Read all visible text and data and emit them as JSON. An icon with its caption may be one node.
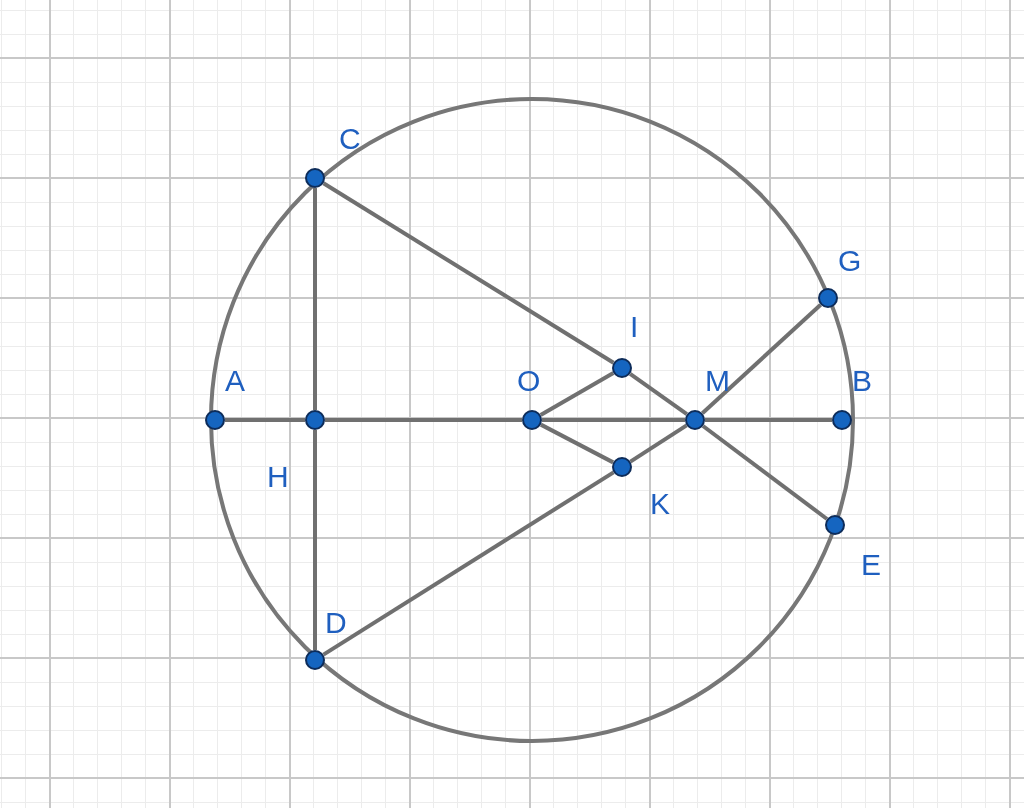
{
  "diagram": {
    "nodes": [
      {
        "text": [],
        "shape": "circle",
        "beside": [
          "C"
        ]
      },
      {
        "text": [],
        "shape": "circle",
        "beside": [
          "G"
        ]
      },
      {
        "text": [],
        "shape": "circle",
        "beside": [
          "I"
        ]
      },
      {
        "text": [],
        "shape": "circle",
        "beside": [
          "A"
        ]
      },
      {
        "text": [],
        "shape": "circle",
        "beside": [
          "O"
        ]
      },
      {
        "text": [],
        "shape": "circle",
        "beside": [
          "M"
        ]
      },
      {
        "text": [],
        "shape": "circle",
        "beside": [
          "B"
        ]
      },
      {
        "text": [],
        "shape": "circle",
        "beside": [
          "H"
        ]
      },
      {
        "text": [],
        "shape": "circle",
        "beside": [
          "K"
        ]
      },
      {
        "text": [],
        "shape": "circle",
        "beside": [
          "E"
        ]
      },
      {
        "text": [],
        "shape": "circle",
        "beside": [
          "D"
        ]
      }
    ],
    "edges": [
      {
        "from": 3,
        "to": 7,
        "arrow": "none"
      },
      {
        "from": 7,
        "to": 4,
        "arrow": "none"
      },
      {
        "from": 4,
        "to": 5,
        "arrow": "none"
      },
      {
        "from": 5,
        "to": 6,
        "arrow": "none"
      },
      {
        "from": 0,
        "to": 7,
        "arrow": "none"
      },
      {
        "from": 7,
        "to": 10,
        "arrow": "none"
      },
      {
        "from": 0,
        "to": 2,
        "arrow": "none"
      },
      {
        "from": 2,
        "to": 5,
        "arrow": "none"
      },
      {
        "from": 5,
        "to": 9,
        "arrow": "none"
      },
      {
        "from": 10,
        "to": 8,
        "arrow": "none"
      },
      {
        "from": 8,
        "to": 5,
        "arrow": "none"
      },
      {
        "from": 5,
        "to": 1,
        "arrow": "none"
      },
      {
        "from": 4,
        "to": 2,
        "arrow": "none"
      },
      {
        "from": 4,
        "to": 8,
        "arrow": "none"
      }
    ]
  }
}
